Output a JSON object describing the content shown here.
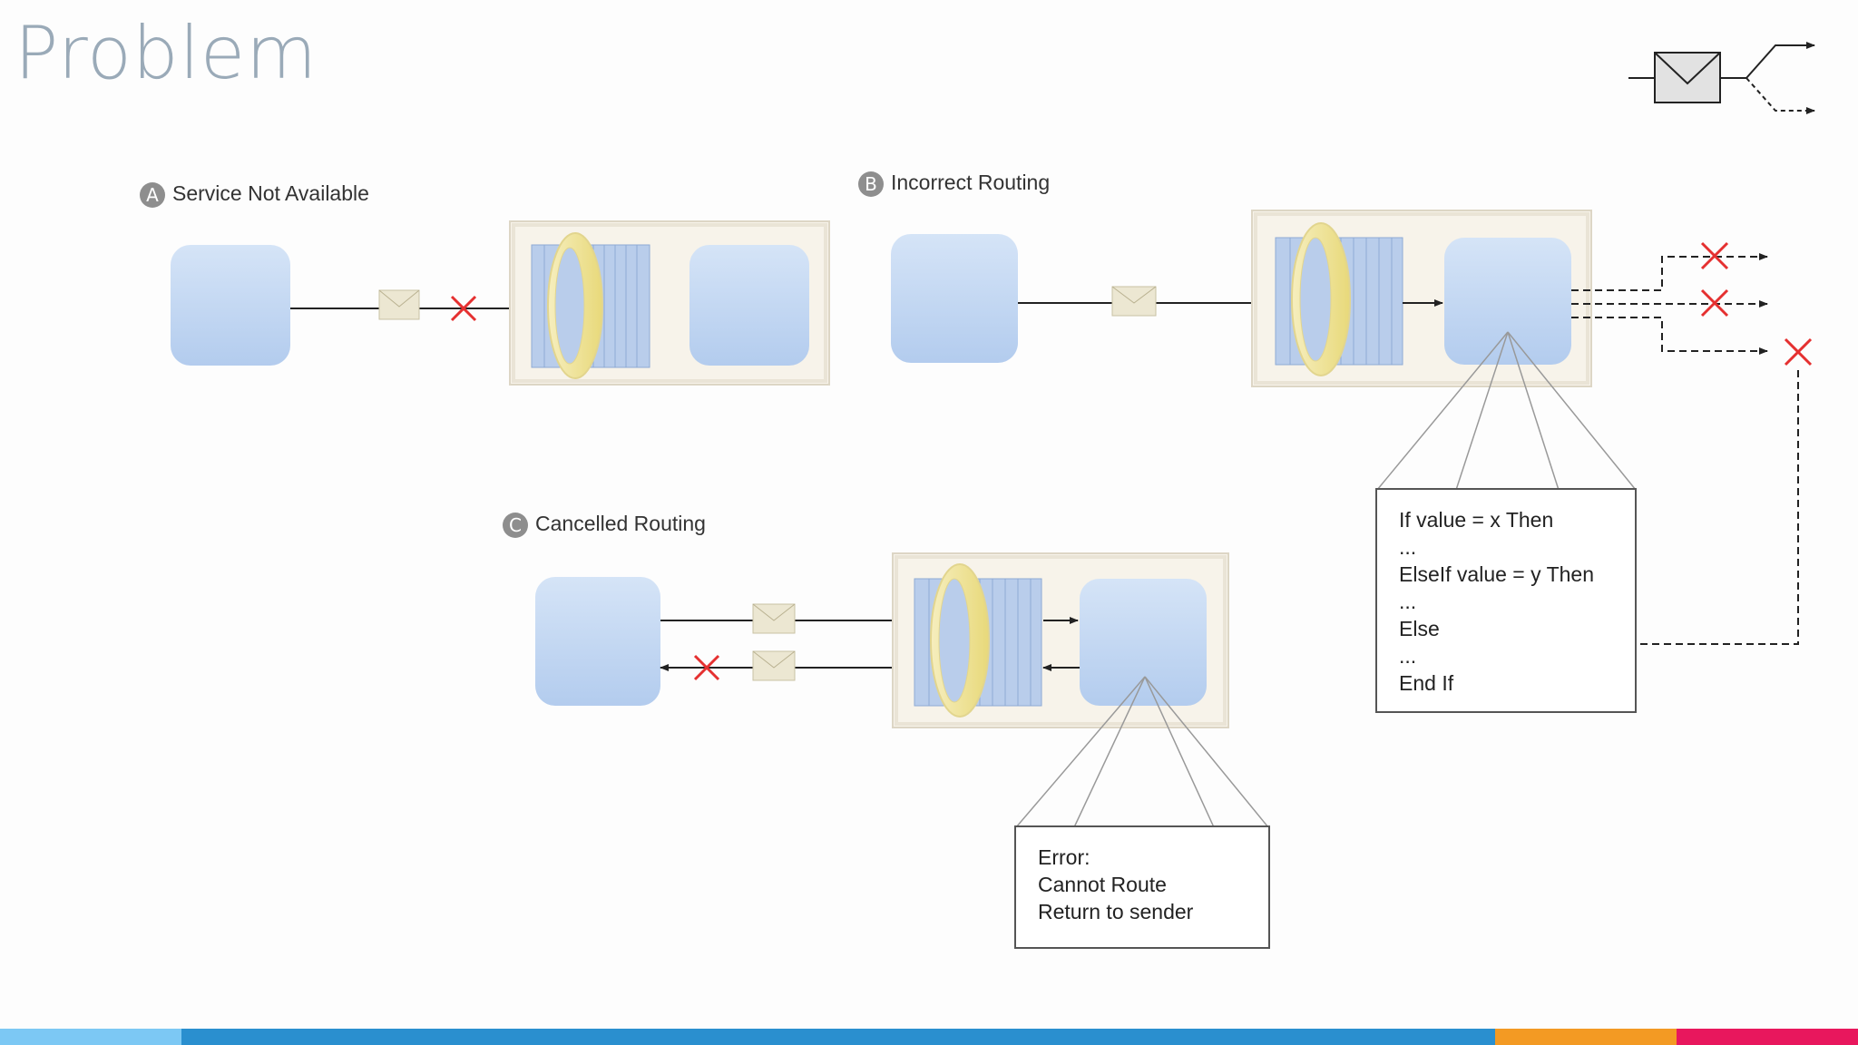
{
  "title": "Problem",
  "scenarios": {
    "a": {
      "badge": "A",
      "label": "Service Not Available"
    },
    "b": {
      "badge": "B",
      "label": "Incorrect Routing"
    },
    "c": {
      "badge": "C",
      "label": "Cancelled Routing"
    }
  },
  "callout_b": {
    "lines": [
      "If value = x Then",
      "...",
      "ElseIf value = y Then",
      "...",
      "Else",
      "...",
      "End If"
    ]
  },
  "callout_c": {
    "lines": [
      "Error:",
      "Cannot Route",
      "Return to sender"
    ]
  },
  "colors": {
    "service_fill": "#c5d8f3",
    "queue_fill": "#b9cdeb",
    "ring": "#f1e6a3",
    "host_fill": "#f7f3ea",
    "error_x": "#e53030",
    "envelope": "#ece7d2",
    "footer": [
      "#7cc8f4",
      "#2a8fcf",
      "#f39a23",
      "#e8175d"
    ]
  }
}
